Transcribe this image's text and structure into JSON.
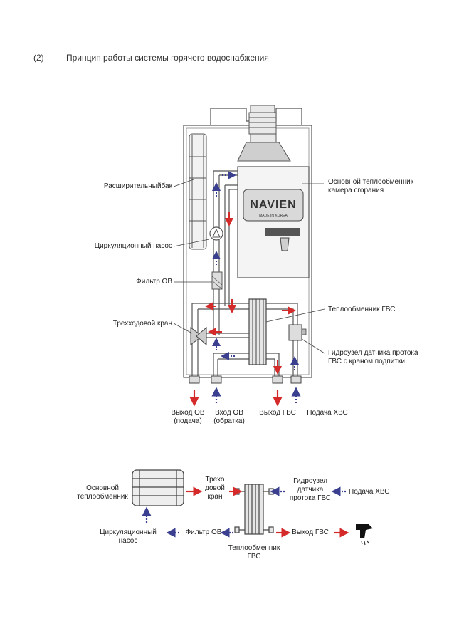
{
  "header": {
    "number": "(2)",
    "title": "Принцип работы системы горячего водоснабжения"
  },
  "boiler_labels": {
    "expansion_tank": "Расширительныйбак",
    "main_hx_line1": "Основной теплообменник",
    "main_hx_line2": "камера сгорания",
    "circ_pump": "Циркуляционный насос",
    "filter": "Фильтр ОВ",
    "dhw_hx": "Теплообменник ГВС",
    "three_way": "Трехходовой кран",
    "flow_sensor_line1": "Гидроузел датчика протока",
    "flow_sensor_line2": "ГВС с краном подпитки",
    "out_heating_line1": "Выход ОВ",
    "out_heating_line2": "(подача)",
    "in_heating_line1": "Вход ОВ",
    "in_heating_line2": "(обратка)",
    "out_dhw": "Выход ГВС",
    "cold_supply": "Подача ХВС",
    "brand": "NAVIEN",
    "brand_sub": "MADE IN KOREA"
  },
  "flow_labels": {
    "main_hx_line1": "Основной",
    "main_hx_line2": "теплообменник",
    "three_way_line1": "Трехо",
    "three_way_line2": "довой",
    "three_way_line3": "кран",
    "flow_sensor_line1": "Гидроузел",
    "flow_sensor_line2": "датчика",
    "flow_sensor_line3": "протока ГВС",
    "cold_supply": "Подача ХВС",
    "circ_pump_line1": "Циркуляционный",
    "circ_pump_line2": "насос",
    "filter": "Фильтр ОВ",
    "dhw_out": "Выход ГВС",
    "dhw_hx_line1": "Теплообменник",
    "dhw_hx_line2": "ГВС"
  },
  "colors": {
    "hot_arrow": "#d42a2a",
    "cold_arrow": "#3a3f8f",
    "line": "#555555"
  }
}
